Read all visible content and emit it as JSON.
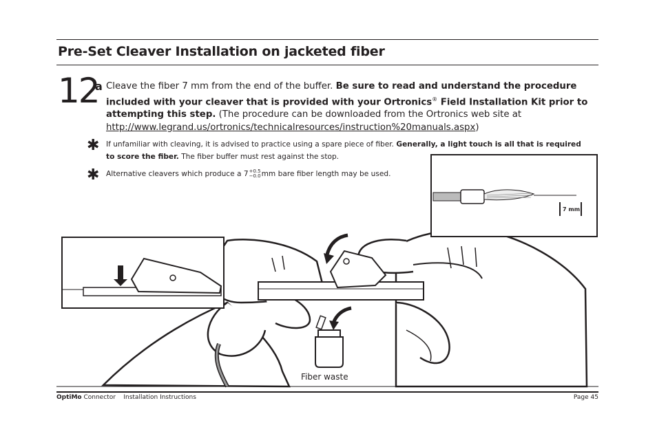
{
  "header": {
    "title": "Pre-Set Cleaver Installation on jacketed fiber"
  },
  "step": {
    "number": "12",
    "letter": "a",
    "text1": "Cleave the fiber 7 mm from the end of the buffer. ",
    "bold1": "Be sure to read and understand the procedure included with your cleaver that is provided with your Ortronics",
    "reg": "®",
    "bold2": " Field Installation Kit prior to attempting this step.",
    "text2": " (The procedure can be downloaded from the Ortronics web site at ",
    "link": "http://www.legrand.us/ortronics/technicalresources/instruction%20manuals.aspx",
    "text3": ")"
  },
  "notes": {
    "star": "✱",
    "note1_a": "If unfamiliar with cleaving, it is advised to practice using a spare piece of fiber. ",
    "note1_bold": "Generally, a light touch is all that is required to score the fiber.",
    "note1_b": " The fiber buffer must rest against the stop.",
    "note2_a": "Alternative cleavers which produce a 7",
    "note2_tol_plus": "+0.5",
    "note2_tol_minus": "−0.0",
    "note2_b": "mm bare fiber length may be used."
  },
  "figure": {
    "measure_label": "7 mm",
    "waste_label": "Fiber waste"
  },
  "footer": {
    "brand": "OptiMo",
    "product": " Connector",
    "doc": "Installation Instructions",
    "page": "Page 45"
  }
}
